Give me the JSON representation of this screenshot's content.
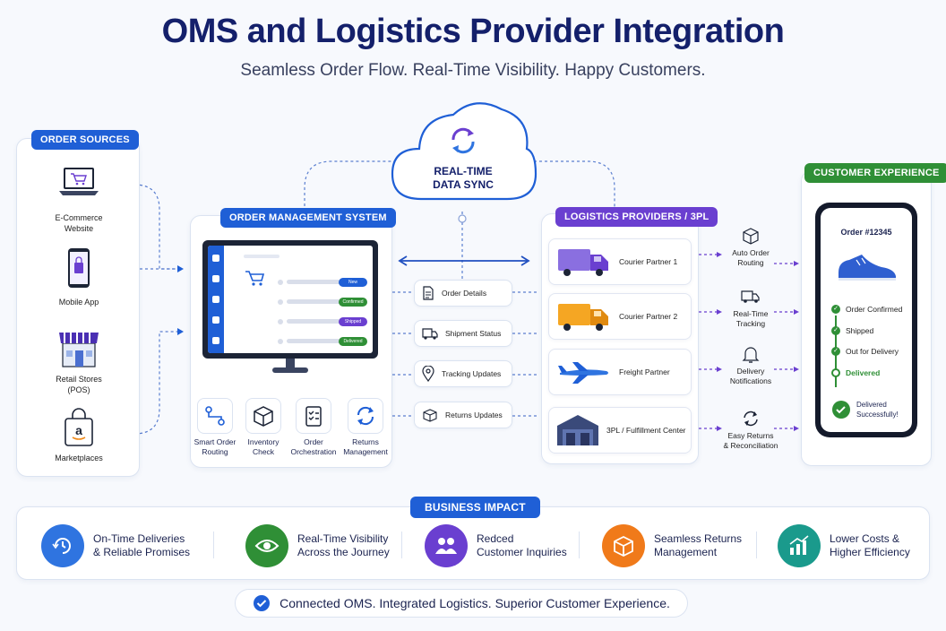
{
  "header": {
    "title": "OMS and Logistics Provider Integration",
    "subtitle": "Seamless Order Flow. Real-Time Visibility. Happy Customers."
  },
  "cloud": {
    "label_line1": "REAL-TIME",
    "label_line2": "DATA SYNC",
    "icon": "sync-icon"
  },
  "order_sources": {
    "title": "ORDER SOURCES",
    "items": [
      {
        "label": "E-Commerce\nWebsite",
        "icon": "laptop-cart-icon"
      },
      {
        "label": "Mobile App",
        "icon": "mobile-bag-icon"
      },
      {
        "label": "Retail Stores\n(POS)",
        "icon": "store-icon"
      },
      {
        "label": "Marketplaces",
        "icon": "marketplace-bag-icon"
      }
    ]
  },
  "oms": {
    "title": "ORDER MANAGEMENT SYSTEM",
    "statuses": [
      "New",
      "Confirmed",
      "Shipped",
      "Delivered"
    ],
    "status_colors": [
      "#1f5fd6",
      "#2f8f36",
      "#6a3fd0",
      "#2f8f36"
    ],
    "features": [
      {
        "label": "Smart Order\nRouting",
        "icon": "routing-icon"
      },
      {
        "label": "Inventory\nCheck",
        "icon": "box-icon"
      },
      {
        "label": "Order\nOrchestration",
        "icon": "checklist-icon"
      },
      {
        "label": "Returns\nManagement",
        "icon": "returns-icon"
      }
    ]
  },
  "data_exchange": [
    {
      "label": "Order Details",
      "icon": "document-icon"
    },
    {
      "label": "Shipment Status",
      "icon": "truck-icon"
    },
    {
      "label": "Tracking Updates",
      "icon": "location-pin-icon"
    },
    {
      "label": "Returns Updates",
      "icon": "return-box-icon"
    }
  ],
  "logistics": {
    "title": "LOGISTICS PROVIDERS / 3PL",
    "items": [
      {
        "label": "Courier Partner 1",
        "icon": "purple-truck-icon"
      },
      {
        "label": "Courier Partner 2",
        "icon": "orange-truck-icon"
      },
      {
        "label": "Freight Partner",
        "icon": "airplane-icon"
      },
      {
        "label": "3PL / Fulfillment Center",
        "icon": "warehouse-icon"
      }
    ]
  },
  "outcomes": [
    {
      "label": "Auto Order\nRouting",
      "icon": "package-icon"
    },
    {
      "label": "Real-Time\nTracking",
      "icon": "truck-small-icon"
    },
    {
      "label": "Delivery\nNotifications",
      "icon": "bell-icon"
    },
    {
      "label": "Easy Returns\n& Reconciliation",
      "icon": "refresh-icon"
    }
  ],
  "customer": {
    "title": "CUSTOMER EXPERIENCE",
    "order": "Order #12345",
    "timeline": [
      "Order Confirmed",
      "Shipped",
      "Out for Delivery",
      "Delivered"
    ],
    "delivered_msg": "Delivered\nSuccessfully!"
  },
  "impact": {
    "title": "BUSINESS IMPACT",
    "items": [
      {
        "label": "On-Time Deliveries\n& Reliable Promises",
        "color": "#2f74e0",
        "icon": "clock-check-icon"
      },
      {
        "label": "Real-Time Visibility\nAcross the Journey",
        "color": "#2f8f36",
        "icon": "eye-icon"
      },
      {
        "label": "Redced\nCustomer Inquiries",
        "color": "#6a3fd0",
        "icon": "users-icon"
      },
      {
        "label": "Seamless Returns\nManagement",
        "color": "#f07a1a",
        "icon": "box-return-icon"
      },
      {
        "label": "Lower Costs &\nHigher Efficiency",
        "color": "#1a9a8c",
        "icon": "chart-up-icon"
      }
    ]
  },
  "footer": {
    "text": "Connected OMS. Integrated Logistics. Superior Customer Experience."
  },
  "colors": {
    "primary": "#1f5fd6",
    "purple": "#6a3fd0",
    "green": "#2f8f36",
    "navy": "#14206b"
  }
}
